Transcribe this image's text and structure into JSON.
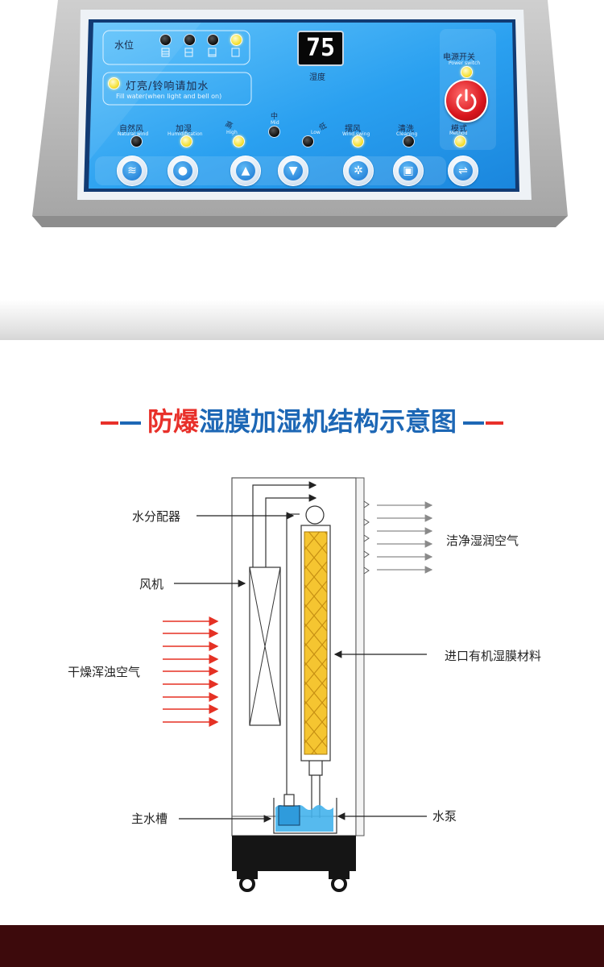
{
  "control_panel": {
    "display_value": "75",
    "display_label": "湿度",
    "water_level": {
      "label": "水位",
      "states": [
        "off",
        "off",
        "off",
        "on"
      ]
    },
    "fill_notice": {
      "label": "灯亮/铃响请加水",
      "sublabel": "Fill water(when light and bell on)"
    },
    "power": {
      "label": "电源开关",
      "sublabel": "Power switch"
    },
    "indicators": [
      {
        "label": "自然风",
        "sublabel": "Natural wind",
        "state": "off"
      },
      {
        "label": "加湿",
        "sublabel": "Humidification",
        "state": "on"
      },
      {
        "label": "高",
        "sublabel": "High",
        "state": "on"
      },
      {
        "label": "中",
        "sublabel": "Mid",
        "state": "off"
      },
      {
        "label": "低",
        "sublabel": "Low",
        "state": "off"
      },
      {
        "label": "摆风",
        "sublabel": "Wind swing",
        "state": "on"
      },
      {
        "label": "清洗",
        "sublabel": "Cleaning",
        "state": "off"
      },
      {
        "label": "模式",
        "sublabel": "Method",
        "state": "on"
      }
    ],
    "buttons": [
      {
        "icon": "natural-wind-icon",
        "glyph": "≋"
      },
      {
        "icon": "water-drop-icon",
        "glyph": "●"
      },
      {
        "icon": "arrow-up-icon",
        "glyph": "▲"
      },
      {
        "icon": "arrow-down-icon",
        "glyph": "▼"
      },
      {
        "icon": "swing-icon",
        "glyph": "✲"
      },
      {
        "icon": "cleaning-icon",
        "glyph": "▣"
      },
      {
        "icon": "mode-icon",
        "glyph": "⇌"
      }
    ],
    "colors": {
      "panel_blue": "#2aa0f0",
      "led_on": "#f6e23a",
      "led_off": "#111111",
      "power_red": "#d8141c"
    }
  },
  "diagram": {
    "title_accent": "防爆",
    "title_main": "湿膜加湿机结构示意图",
    "callouts": {
      "distributor": "水分配器",
      "fan": "风机",
      "dry_air": "干燥浑浊空气",
      "tank": "主水槽",
      "clean_air": "洁净湿润空气",
      "membrane": "进口有机湿膜材料",
      "pump": "水泵"
    },
    "colors": {
      "title_accent": "#e8302a",
      "title_main": "#1d67b5",
      "membrane": "#f5c531",
      "dry_air_arrows": "#e53124",
      "clean_air_arrows": "#8a8a8a",
      "water": "#44b2ec",
      "footer": "#3d0a0c"
    }
  }
}
